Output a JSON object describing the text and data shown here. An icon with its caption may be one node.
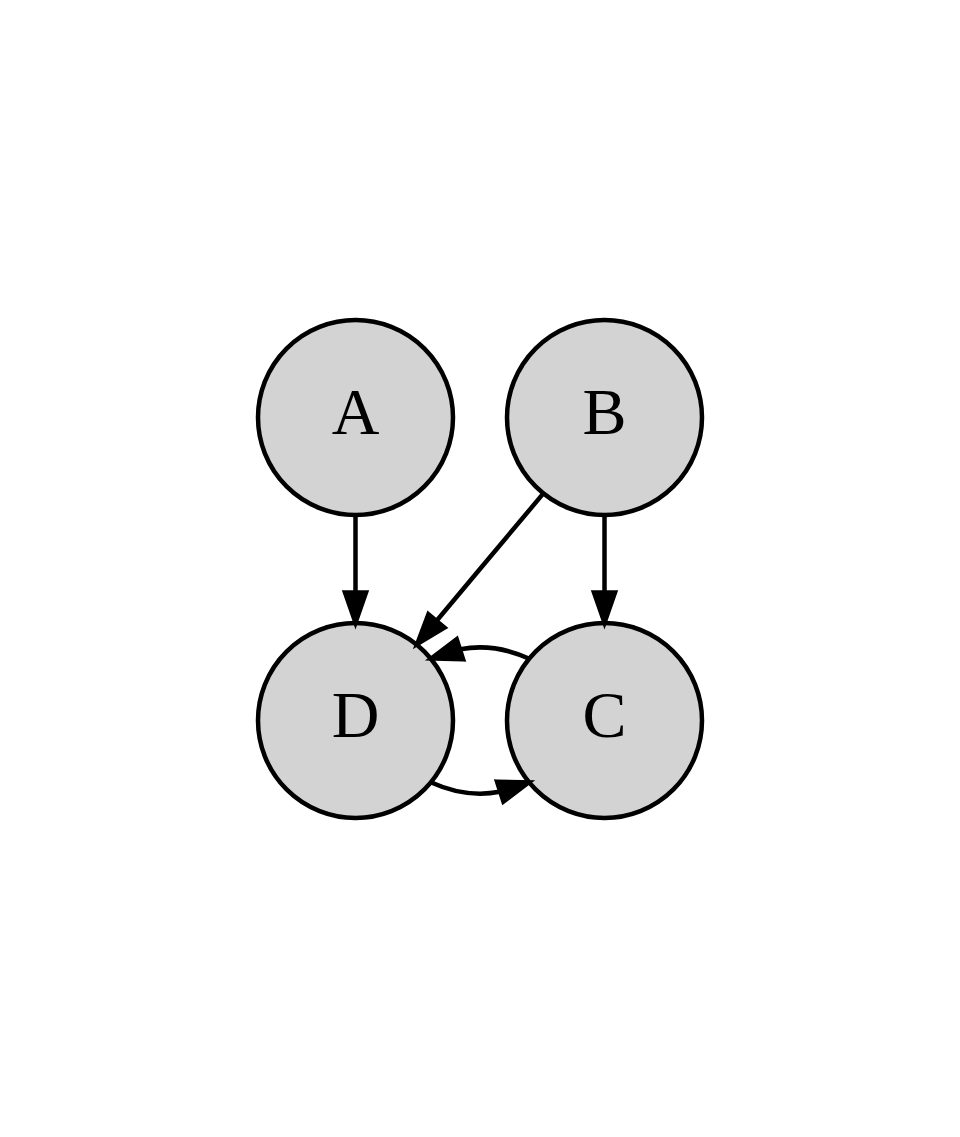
{
  "diagram": {
    "nodes": [
      {
        "text": [
          "A"
        ]
      },
      {
        "text": [
          "B"
        ]
      },
      {
        "text": [
          "D"
        ]
      },
      {
        "text": [
          "C"
        ]
      }
    ],
    "edges": [
      {
        "from": 0,
        "to": 2,
        "arrow": "to"
      },
      {
        "from": 1,
        "to": 2,
        "arrow": "to"
      },
      {
        "from": 1,
        "to": 3,
        "arrow": "to"
      },
      {
        "from": 2,
        "to": 3,
        "arrow": "to"
      },
      {
        "from": 3,
        "to": 2,
        "arrow": "to"
      }
    ]
  }
}
